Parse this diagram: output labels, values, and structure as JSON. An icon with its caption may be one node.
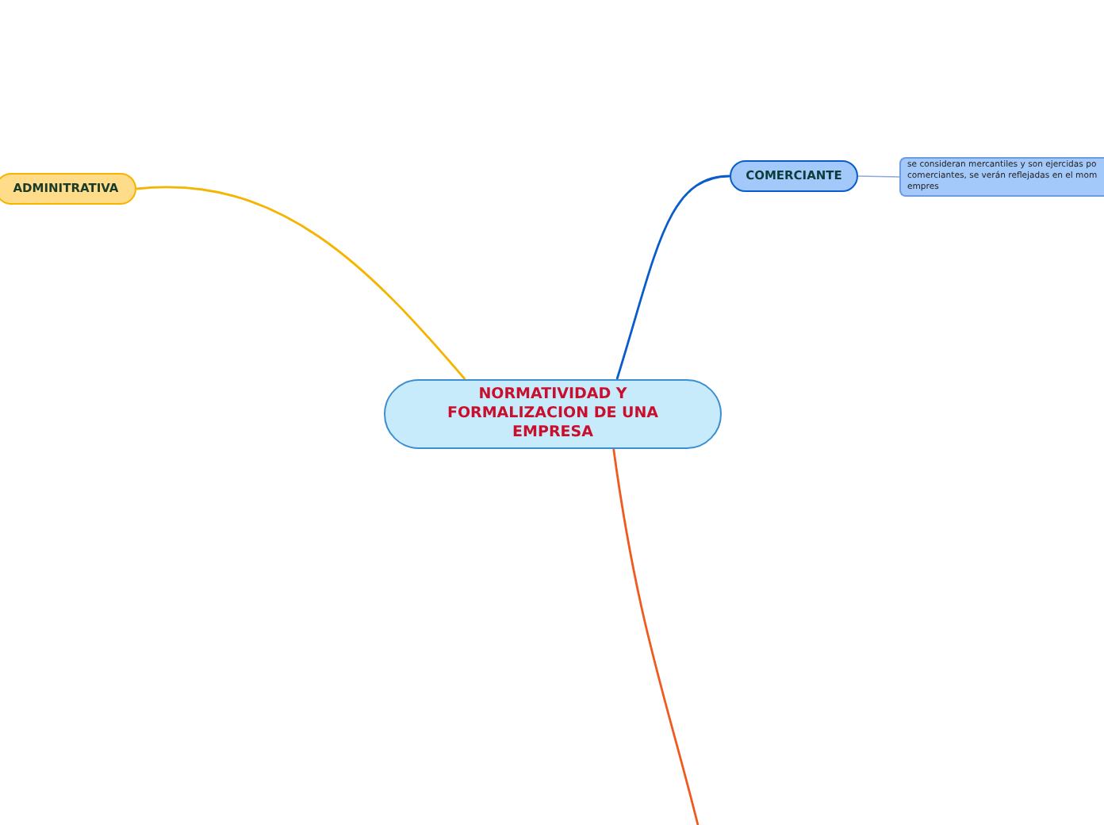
{
  "diagram": {
    "nodes": [
      {
        "text": [
          "NORMATIVIDAD Y FORMALIZACION DE UNA EMPRESA"
        ]
      },
      {
        "text": [
          "ADMINITRATIVA"
        ]
      },
      {
        "text": [
          "COMERCIANTE"
        ]
      },
      {
        "text": [
          "se consideran mercantiles y son ejercidas po comerciantes, se verán reflejadas en el mom empres"
        ]
      }
    ],
    "edges": [
      {
        "from": 0,
        "to": 1,
        "arrow": "none",
        "color": "#f5b400"
      },
      {
        "from": 0,
        "to": 2,
        "arrow": "none",
        "color": "#0a5ccc"
      },
      {
        "from": 2,
        "to": 3,
        "arrow": "none",
        "color": "#8fa8d8"
      },
      {
        "from": 0,
        "to": null,
        "arrow": "none",
        "color": "#f05a1e"
      }
    ]
  }
}
